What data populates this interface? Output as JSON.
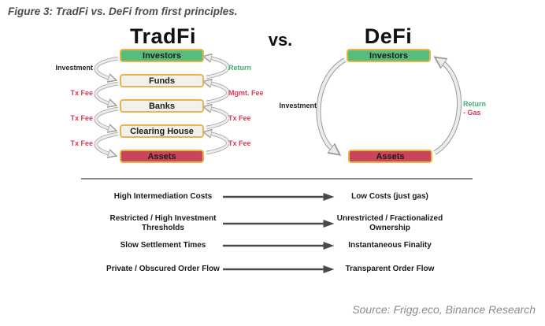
{
  "figure": {
    "title": "Figure 3: TradFi vs. DeFi from first principles.",
    "vs_label": "vs.",
    "source": "Source: Frigg.eco, Binance Research"
  },
  "tradfi": {
    "heading": "TradFi",
    "boxes": [
      {
        "label": "Investors",
        "type": "green"
      },
      {
        "label": "Funds",
        "type": "neutral"
      },
      {
        "label": "Banks",
        "type": "neutral"
      },
      {
        "label": "Clearing House",
        "type": "neutral"
      },
      {
        "label": "Assets",
        "type": "red"
      }
    ],
    "left_labels": [
      {
        "text": "Investment",
        "color": "black"
      },
      {
        "text": "Tx Fee",
        "color": "red"
      },
      {
        "text": "Tx Fee",
        "color": "red"
      },
      {
        "text": "Tx Fee",
        "color": "red"
      }
    ],
    "right_labels": [
      {
        "text": "Return",
        "color": "green"
      },
      {
        "text": "Mgmt. Fee",
        "color": "red"
      },
      {
        "text": "Tx Fee",
        "color": "red"
      },
      {
        "text": "Tx Fee",
        "color": "red"
      }
    ]
  },
  "defi": {
    "heading": "DeFi",
    "boxes": [
      {
        "label": "Investors",
        "type": "green"
      },
      {
        "label": "Assets",
        "type": "red"
      }
    ],
    "flow_left_label": "Investment",
    "flow_right_label_line1": "Return",
    "flow_right_label_line2": "- Gas"
  },
  "comparison": {
    "rows": [
      {
        "left": "High Intermediation Costs",
        "right": "Low Costs (just gas)"
      },
      {
        "left": "Restricted / High Investment Thresholds",
        "right": "Unrestricted / Fractionalized Ownership"
      },
      {
        "left": "Slow Settlement Times",
        "right": "Instantaneous Finality"
      },
      {
        "left": "Private / Obscured Order Flow",
        "right": "Transparent Order Flow"
      }
    ]
  },
  "icons": {
    "flow_arrow": "curved-swoosh-arrow",
    "comparison_arrow": "right-arrow"
  },
  "colors": {
    "green_box": "#57bd7d",
    "red_box": "#c8455c",
    "neutral_box": "#f1f1ef",
    "box_border": "#e7b54c",
    "label_red": "#d63c55",
    "label_green": "#3fae6f",
    "flow_arrow_gray": "#9a9a9a",
    "comparison_arrow_dark": "#4a4a4a",
    "divider_gray": "#8a8a8a"
  }
}
